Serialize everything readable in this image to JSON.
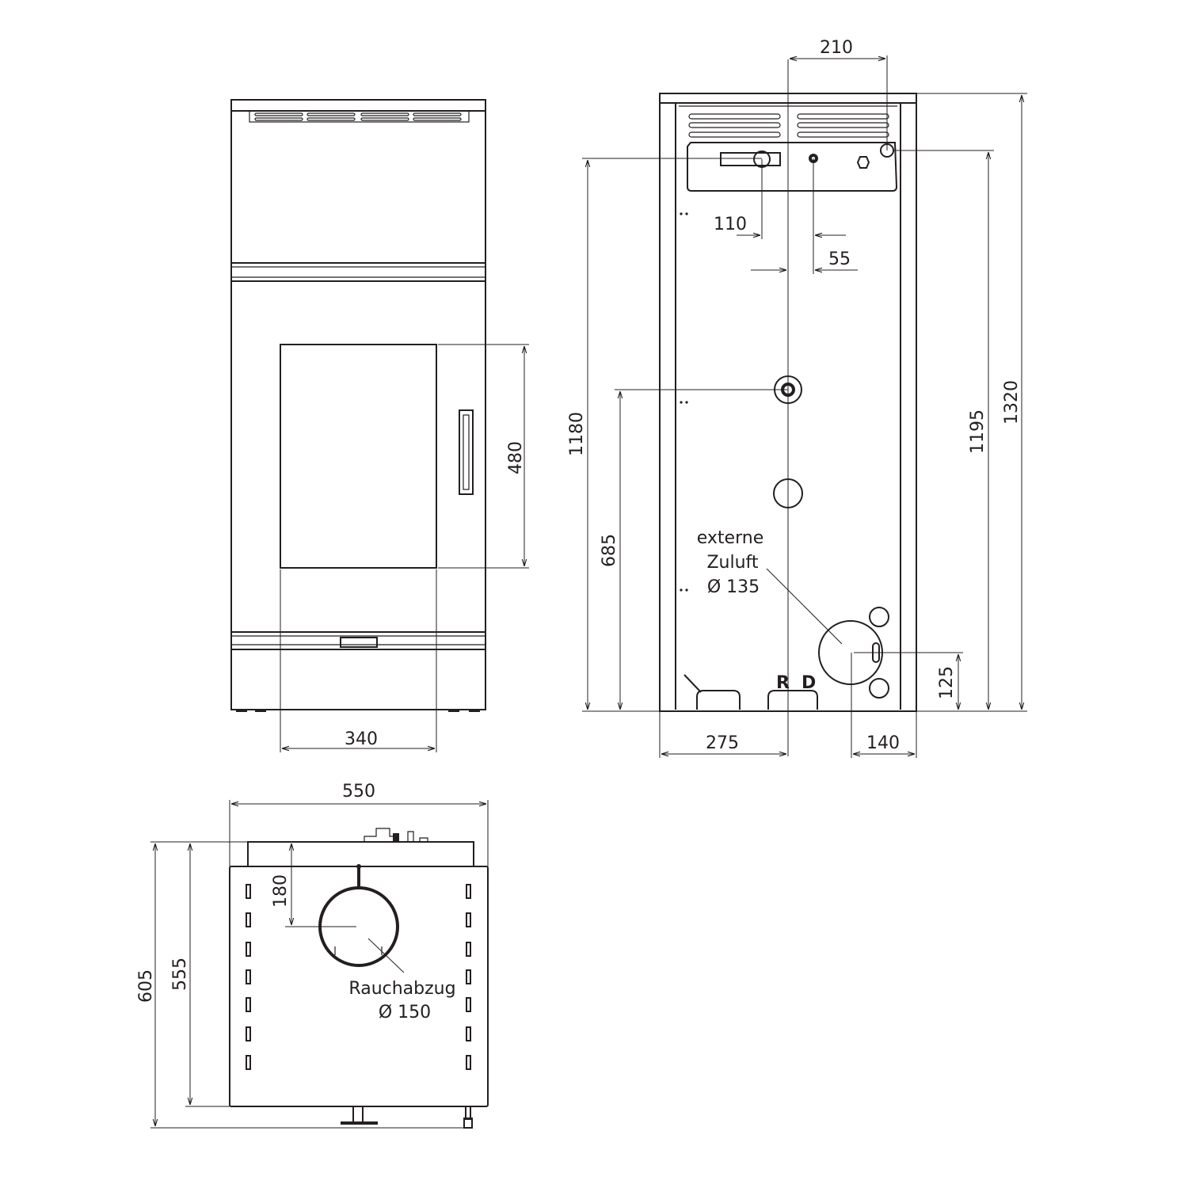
{
  "title": "Stove dimension drawing",
  "front_view": {
    "dim_window_height": "480",
    "dim_window_width": "340"
  },
  "back_view": {
    "dim_top_offset": "210",
    "dim_110": "110",
    "dim_55": "55",
    "dim_1180": "1180",
    "dim_685": "685",
    "dim_1195": "1195",
    "dim_1320": "1320",
    "dim_125": "125",
    "dim_275": "275",
    "dim_140": "140",
    "air_inlet_label_1": "externe",
    "air_inlet_label_2": "Zuluft",
    "air_inlet_label_3": "Ø 135",
    "marker_r": "R",
    "marker_d": "D"
  },
  "top_view": {
    "dim_width": "550",
    "dim_605": "605",
    "dim_555": "555",
    "dim_180": "180",
    "flue_label": "Rauchabzug",
    "flue_diameter": "Ø 150"
  }
}
